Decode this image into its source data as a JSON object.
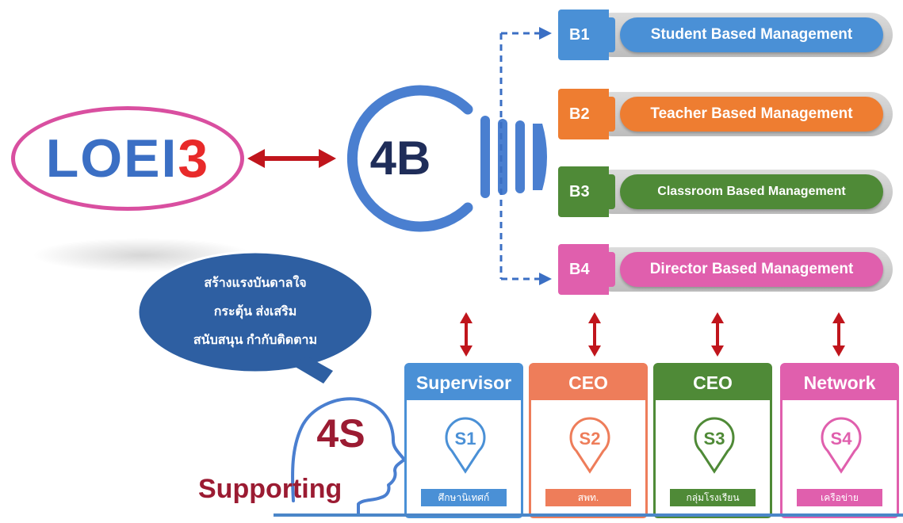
{
  "logo": {
    "text_main": "LOEI",
    "text_accent": "3"
  },
  "center": {
    "label": "4B"
  },
  "b_rows": [
    {
      "code": "B1",
      "title": "Student Based Management",
      "color": "#4a90d6"
    },
    {
      "code": "B2",
      "title": "Teacher Based Management",
      "color": "#ee7d31"
    },
    {
      "code": "B3",
      "title": "Classroom Based Management",
      "color": "#4f8a37"
    },
    {
      "code": "B4",
      "title": "Director Based Management",
      "color": "#e05fad"
    }
  ],
  "s_cards": [
    {
      "header": "Supervisor",
      "code": "S1",
      "label": "ศึกษานิเทศก์",
      "color": "#4a90d6"
    },
    {
      "header": "CEO",
      "code": "S2",
      "label": "สพท.",
      "color": "#ee7d5a"
    },
    {
      "header": "CEO",
      "code": "S3",
      "label": "กลุ่มโรงเรียน",
      "color": "#4f8a37"
    },
    {
      "header": "Network",
      "code": "S4",
      "label": "เครือข่าย",
      "color": "#e05fad"
    }
  ],
  "bubble": {
    "lines": [
      "สร้างแรงบันดาลใจ",
      "กระตุ้น ส่งเสริม",
      "สนับสนุน กำกับติดตาม"
    ],
    "color": "#2e5fa2"
  },
  "figure": {
    "label": "4S",
    "caption": "Supporting"
  },
  "colors": {
    "arrow_red": "#c0151c",
    "blue_dash": "#3b6fc4",
    "ring_blue": "#4a7fd0",
    "dark_red": "#9b1b32"
  }
}
